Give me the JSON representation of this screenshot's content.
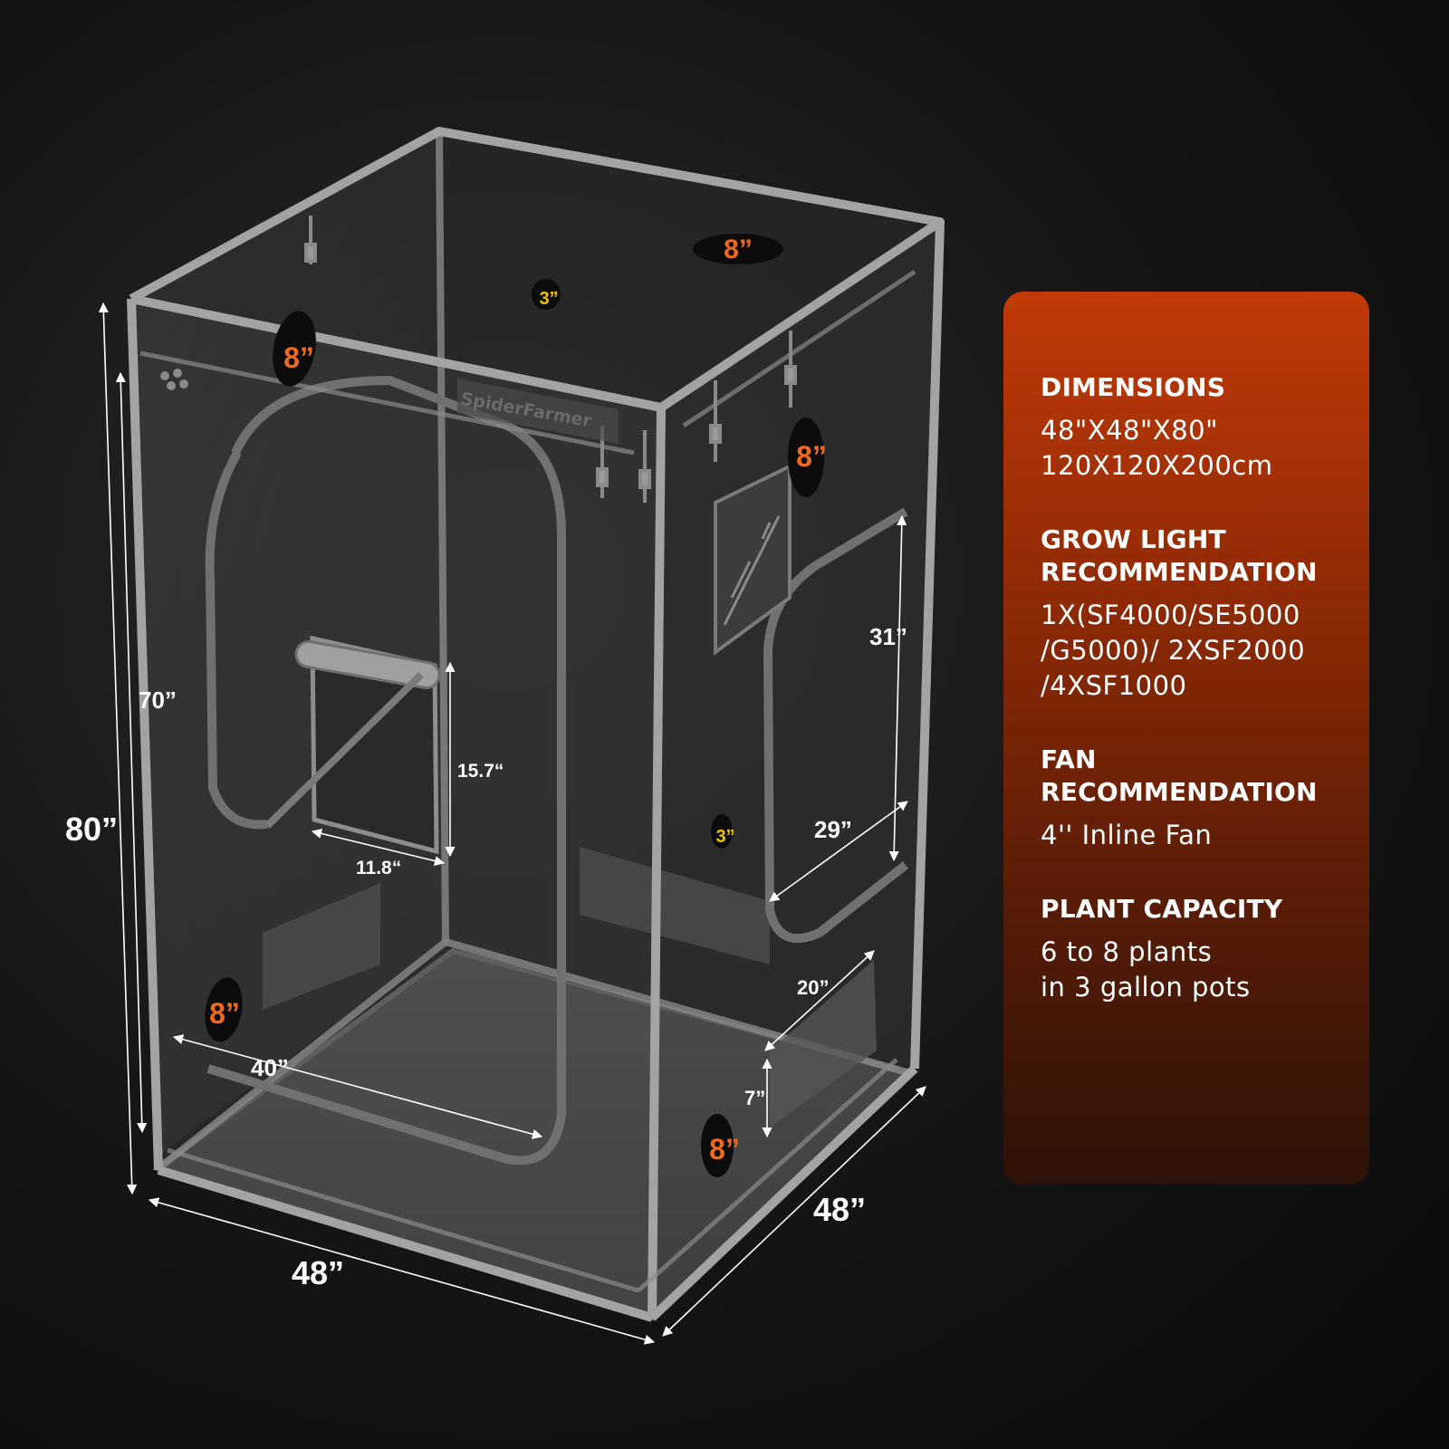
{
  "brand": {
    "name": "SpiderFarmer"
  },
  "tent": {
    "dimensions": {
      "height_total": "80”",
      "height_inner": "70”",
      "width_front": "48”",
      "depth_side": "48”",
      "door_width": "40”",
      "window_height": "15.7“",
      "window_width": "11.8“",
      "side_door_height": "31”",
      "side_door_width": "29”",
      "side_window_width": "20”",
      "side_window_height": "7”"
    },
    "ports": [
      {
        "id": "top-large",
        "label": "8”",
        "color": "#f06a1d"
      },
      {
        "id": "top-small",
        "label": "3”",
        "color": "#f2c400"
      },
      {
        "id": "left-upper",
        "label": "8”",
        "color": "#f06a1d"
      },
      {
        "id": "left-lower",
        "label": "8”",
        "color": "#f06a1d"
      },
      {
        "id": "right-upper",
        "label": "8”",
        "color": "#f06a1d"
      },
      {
        "id": "right-small",
        "label": "3”",
        "color": "#f2c400"
      },
      {
        "id": "right-lower",
        "label": "8”",
        "color": "#f06a1d"
      }
    ]
  },
  "specs": [
    {
      "heading": "DIMENSIONS",
      "body": "48\"X48\"X80\"\n120X120X200cm"
    },
    {
      "heading": "GROW LIGHT\nRECOMMENDATION",
      "body": "1X(SF4000/SE5000\n/G5000)/ 2XSF2000\n/4XSF1000"
    },
    {
      "heading": "FAN\nRECOMMENDATION",
      "body": "4'' Inline Fan"
    },
    {
      "heading": "PLANT CAPACITY",
      "body": "6 to 8 plants\nin 3 gallon pots"
    }
  ],
  "colors": {
    "card_top": "#c23a08",
    "card_bottom": "#2e1208",
    "port_orange": "#f06a1d",
    "port_yellow": "#f2c400",
    "frame": "#9a9a9a"
  }
}
